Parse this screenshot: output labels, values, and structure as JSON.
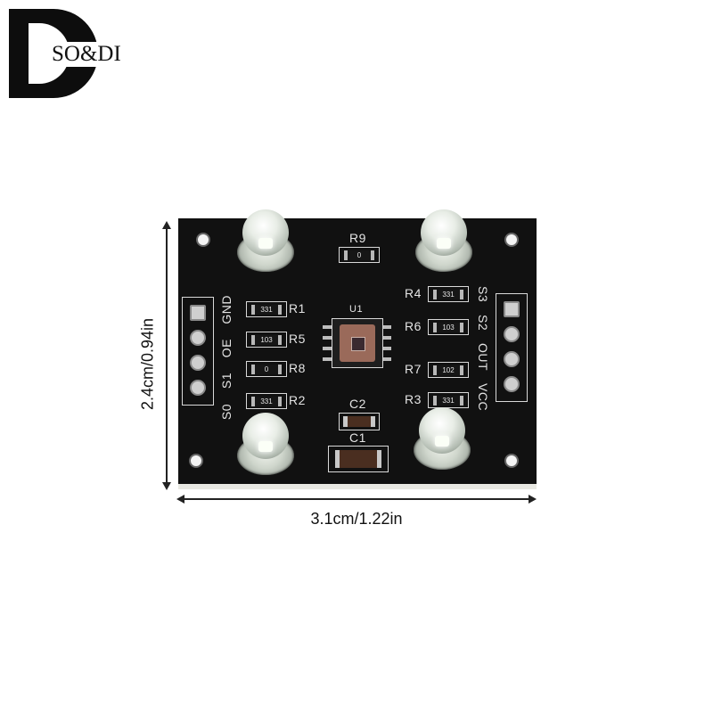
{
  "logo": {
    "text": "SO&DI"
  },
  "pcb": {
    "left_header_labels": [
      "GND",
      "OE",
      "S1",
      "S0"
    ],
    "right_header_labels": [
      "S3",
      "S2",
      "OUT",
      "VCC"
    ],
    "chip_label": "U1",
    "resistors": [
      {
        "ref": "R9",
        "code": "0"
      },
      {
        "ref": "R1",
        "code": "331"
      },
      {
        "ref": "R5",
        "code": "103"
      },
      {
        "ref": "R8",
        "code": "0"
      },
      {
        "ref": "R2",
        "code": "331"
      },
      {
        "ref": "R4",
        "code": "331"
      },
      {
        "ref": "R6",
        "code": "103"
      },
      {
        "ref": "R7",
        "code": "102"
      },
      {
        "ref": "R3",
        "code": "331"
      }
    ],
    "capacitors": [
      {
        "ref": "C2"
      },
      {
        "ref": "C1"
      }
    ]
  },
  "dimensions": {
    "height": "2.4cm/0.94in",
    "width": "3.1cm/1.22in"
  },
  "colors": {
    "board": "#111111",
    "silkscreen": "#e4e4e4"
  }
}
